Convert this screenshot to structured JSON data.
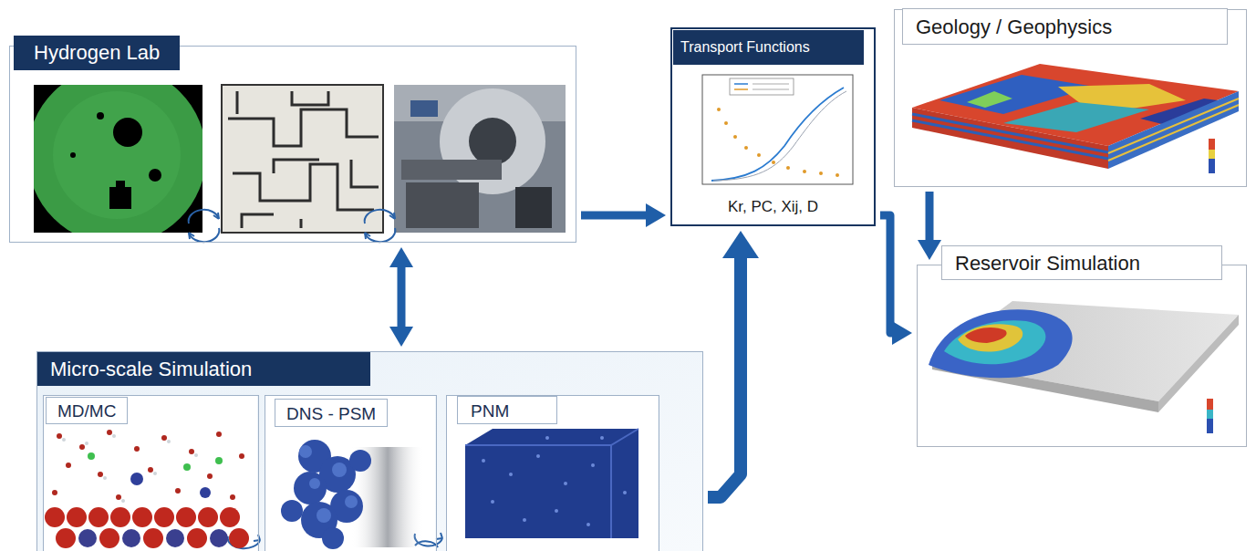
{
  "diagram": {
    "nodes": [
      {
        "text": [
          "Hydrogen Lab"
        ]
      },
      {
        "text": [
          "Micro-scale Simulation"
        ]
      },
      {
        "text": [
          "MD/MC"
        ],
        "in": 1
      },
      {
        "text": [
          "DNS - PSM"
        ],
        "in": 1
      },
      {
        "text": [
          "PNM"
        ],
        "in": 1
      },
      {
        "text": [
          "Transport Functions",
          "Kr, PC, Xij, D"
        ]
      },
      {
        "text": [
          "Geology / Geophysics"
        ]
      },
      {
        "text": [
          "Reservoir Simulation"
        ]
      }
    ],
    "edges": [
      {
        "from": 0,
        "to": 5,
        "arrow": "to"
      },
      {
        "from": 0,
        "to": 1,
        "arrow": "both"
      },
      {
        "from": 1,
        "to": 5,
        "arrow": "to"
      },
      {
        "from": 5,
        "to": 7,
        "arrow": "to"
      },
      {
        "from": 6,
        "to": 7,
        "arrow": "to"
      }
    ]
  }
}
